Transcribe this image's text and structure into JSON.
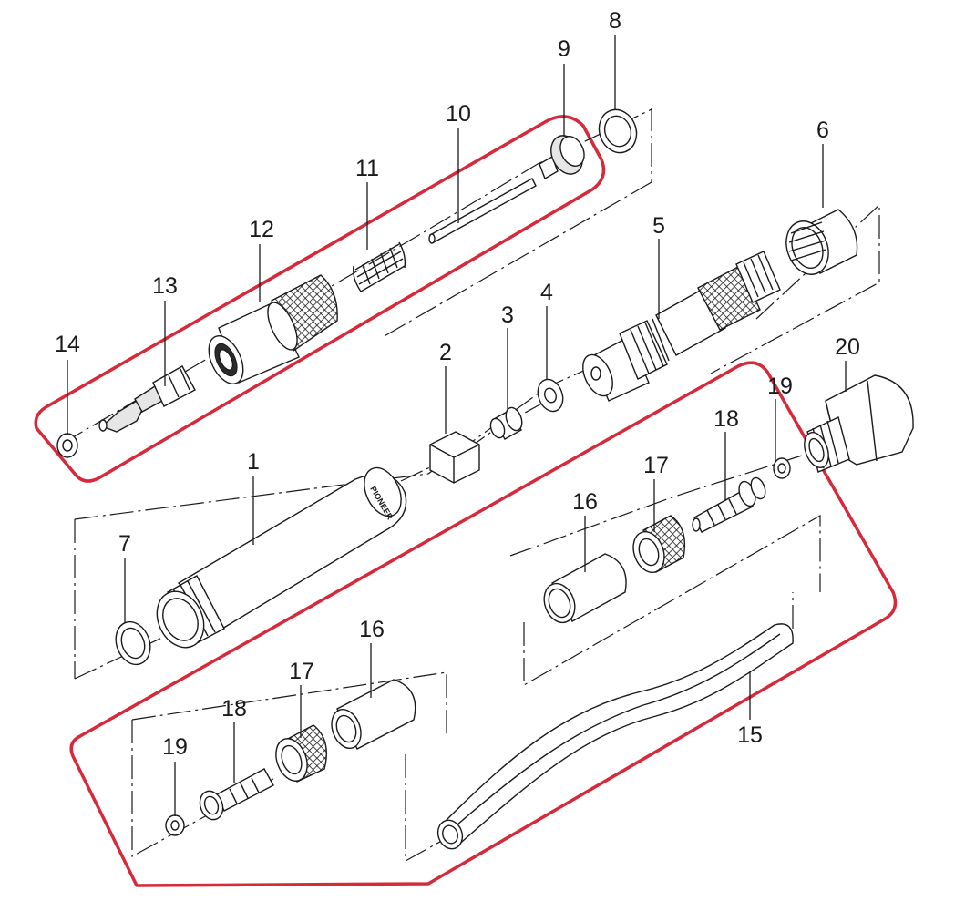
{
  "diagram": {
    "highlight_color": "#d62a3b",
    "line_color": "#1a1a1a",
    "engraving": "PIONEER",
    "labels": {
      "p1": "1",
      "p2": "2",
      "p3": "3",
      "p4": "4",
      "p5": "5",
      "p6": "6",
      "p7": "7",
      "p8": "8",
      "p9": "9",
      "p10": "10",
      "p11": "11",
      "p12": "12",
      "p13": "13",
      "p14": "14",
      "p15": "15",
      "p16a": "16",
      "p16b": "16",
      "p17a": "17",
      "p17b": "17",
      "p18a": "18",
      "p18b": "18",
      "p19a": "19",
      "p19b": "19",
      "p20": "20"
    }
  }
}
